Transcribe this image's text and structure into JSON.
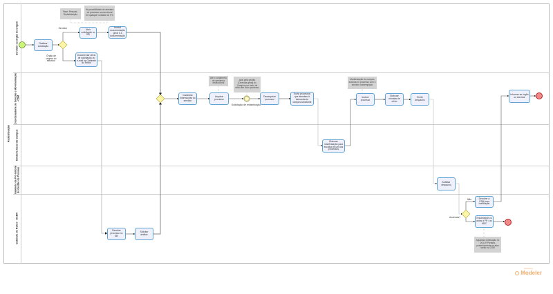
{
  "pool": {
    "title": "Redistribuição"
  },
  "lanes": [
    "Servidor ou órgão de origem",
    "Coordenadoria de Seleção e Movimentação - CSM",
    "Diretoria Geral do Campus",
    "Gabinete da Pró-reitoria de Gestão de Pessoas",
    "Gabinete do Reitor - GABR"
  ],
  "tasks": {
    "realizar": "Realizar solicitação",
    "abrir": "Abrir solicitação no SEI",
    "anexar": "Anexar documentação geral e a documentação",
    "documentar": "Documentar ofício de solicitação ou e-mail ao Gabinete do Reitor",
    "cadastrar": "Cadastrar informações do servidor",
    "arquivar": "Arquivar processo",
    "desarquivar": "Desarquivar processo",
    "envia": "Envia processos que atendem à demanda do campus solicitante",
    "instruir": "Instruir processo",
    "minutas": "Elaborar minutas de ofício",
    "despacho": "Emitir despacho",
    "informar": "Informar ao órgão ou servidor",
    "manifestacao": "Elaborar manifestação para escolha de um dos processos",
    "analisar": "Analisar despacho",
    "devolver": "Devolver à CSM para notificação",
    "encaminhar": "Encaminhar os autos à PR / ao MEC",
    "receber": "Receber processo no SEI",
    "solicitar": "Solicitar análise"
  },
  "notes": {
    "fase": "Fase: Pessoal - Redistribuição",
    "possibilidade": "Há possibilidade de abertura de processo convencional em qualquer unidade do IFC",
    "surgimento": "Até o surgimento de demanda institucional",
    "aval": "Aval pela gestão (Diretoria geral) do Campus por meio de ofício em novo processo",
    "manifest": "Manifestação do campus incluída no processo com o servidor contemplado",
    "aguardar": "Aguardar publicação no DOU e Portaria, posteriormente os atos serão na CSM"
  },
  "labels": {
    "servidor": "Servidor",
    "orgao": "Órgão de origem do servidor",
    "solicitacao": "Solicitação de redistribuição",
    "anuencia": "Anuência?",
    "nao": "Não"
  },
  "logo": {
    "top": "Powered by",
    "brand": "Modeler"
  }
}
